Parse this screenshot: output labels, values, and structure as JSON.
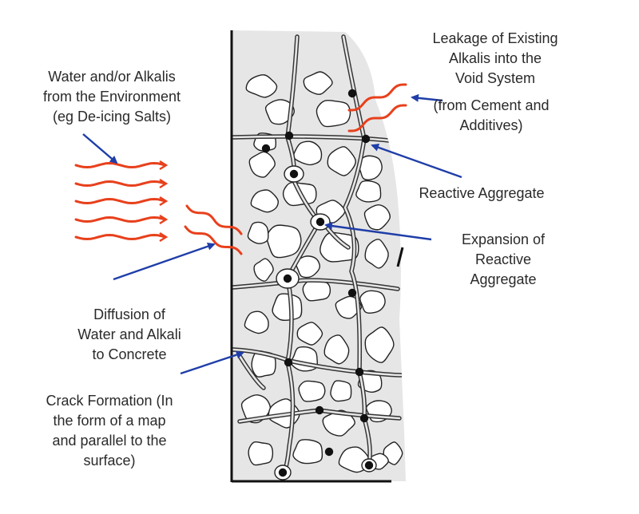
{
  "colors": {
    "concrete": "#e6e6e6",
    "outline": "#111111",
    "wave": "#e8401c",
    "arrow": "#1f3ea8",
    "text": "#2a2a2a"
  },
  "labels": {
    "env": [
      "Water and/or Alkalis",
      "from the Environment",
      "(eg De-icing Salts)"
    ],
    "leakage": [
      "Leakage of Existing",
      "Alkalis into the",
      "Void System"
    ],
    "source": [
      "(from Cement and",
      "Additives)"
    ],
    "reactive": [
      "Reactive Aggregate"
    ],
    "expansion": [
      "Expansion of",
      "Reactive",
      "Aggregate"
    ],
    "diffusion": [
      "Diffusion of",
      "Water and Alkali",
      "to Concrete"
    ],
    "crack": [
      "Crack Formation (In",
      "the form of a map",
      "and parallel to the",
      "surface)"
    ]
  }
}
